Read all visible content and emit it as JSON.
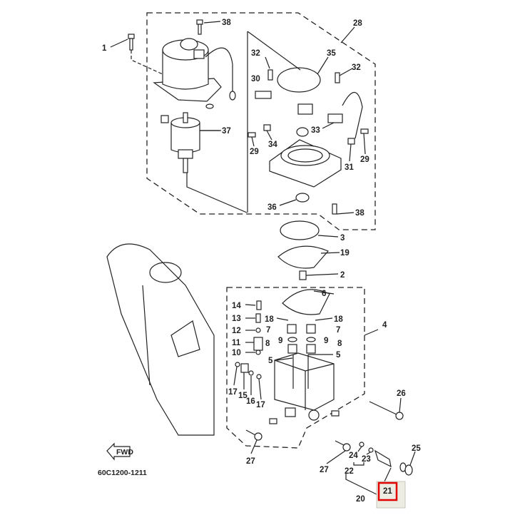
{
  "diagram_code": "60C1200-1211",
  "fwd_label": "FWD",
  "highlighted_part": "21",
  "highlight_color": "#e00000",
  "callouts": [
    "38",
    "1",
    "28",
    "35",
    "32",
    "32",
    "30",
    "37",
    "33",
    "34",
    "29",
    "29",
    "31",
    "36",
    "38",
    "3",
    "19",
    "2",
    "6",
    "4",
    "14",
    "13",
    "18",
    "18",
    "12",
    "7",
    "7",
    "9",
    "9",
    "11",
    "8",
    "8",
    "10",
    "5",
    "5",
    "17",
    "15",
    "16",
    "17",
    "26",
    "27",
    "27",
    "24",
    "23",
    "22",
    "20",
    "21",
    "25"
  ]
}
